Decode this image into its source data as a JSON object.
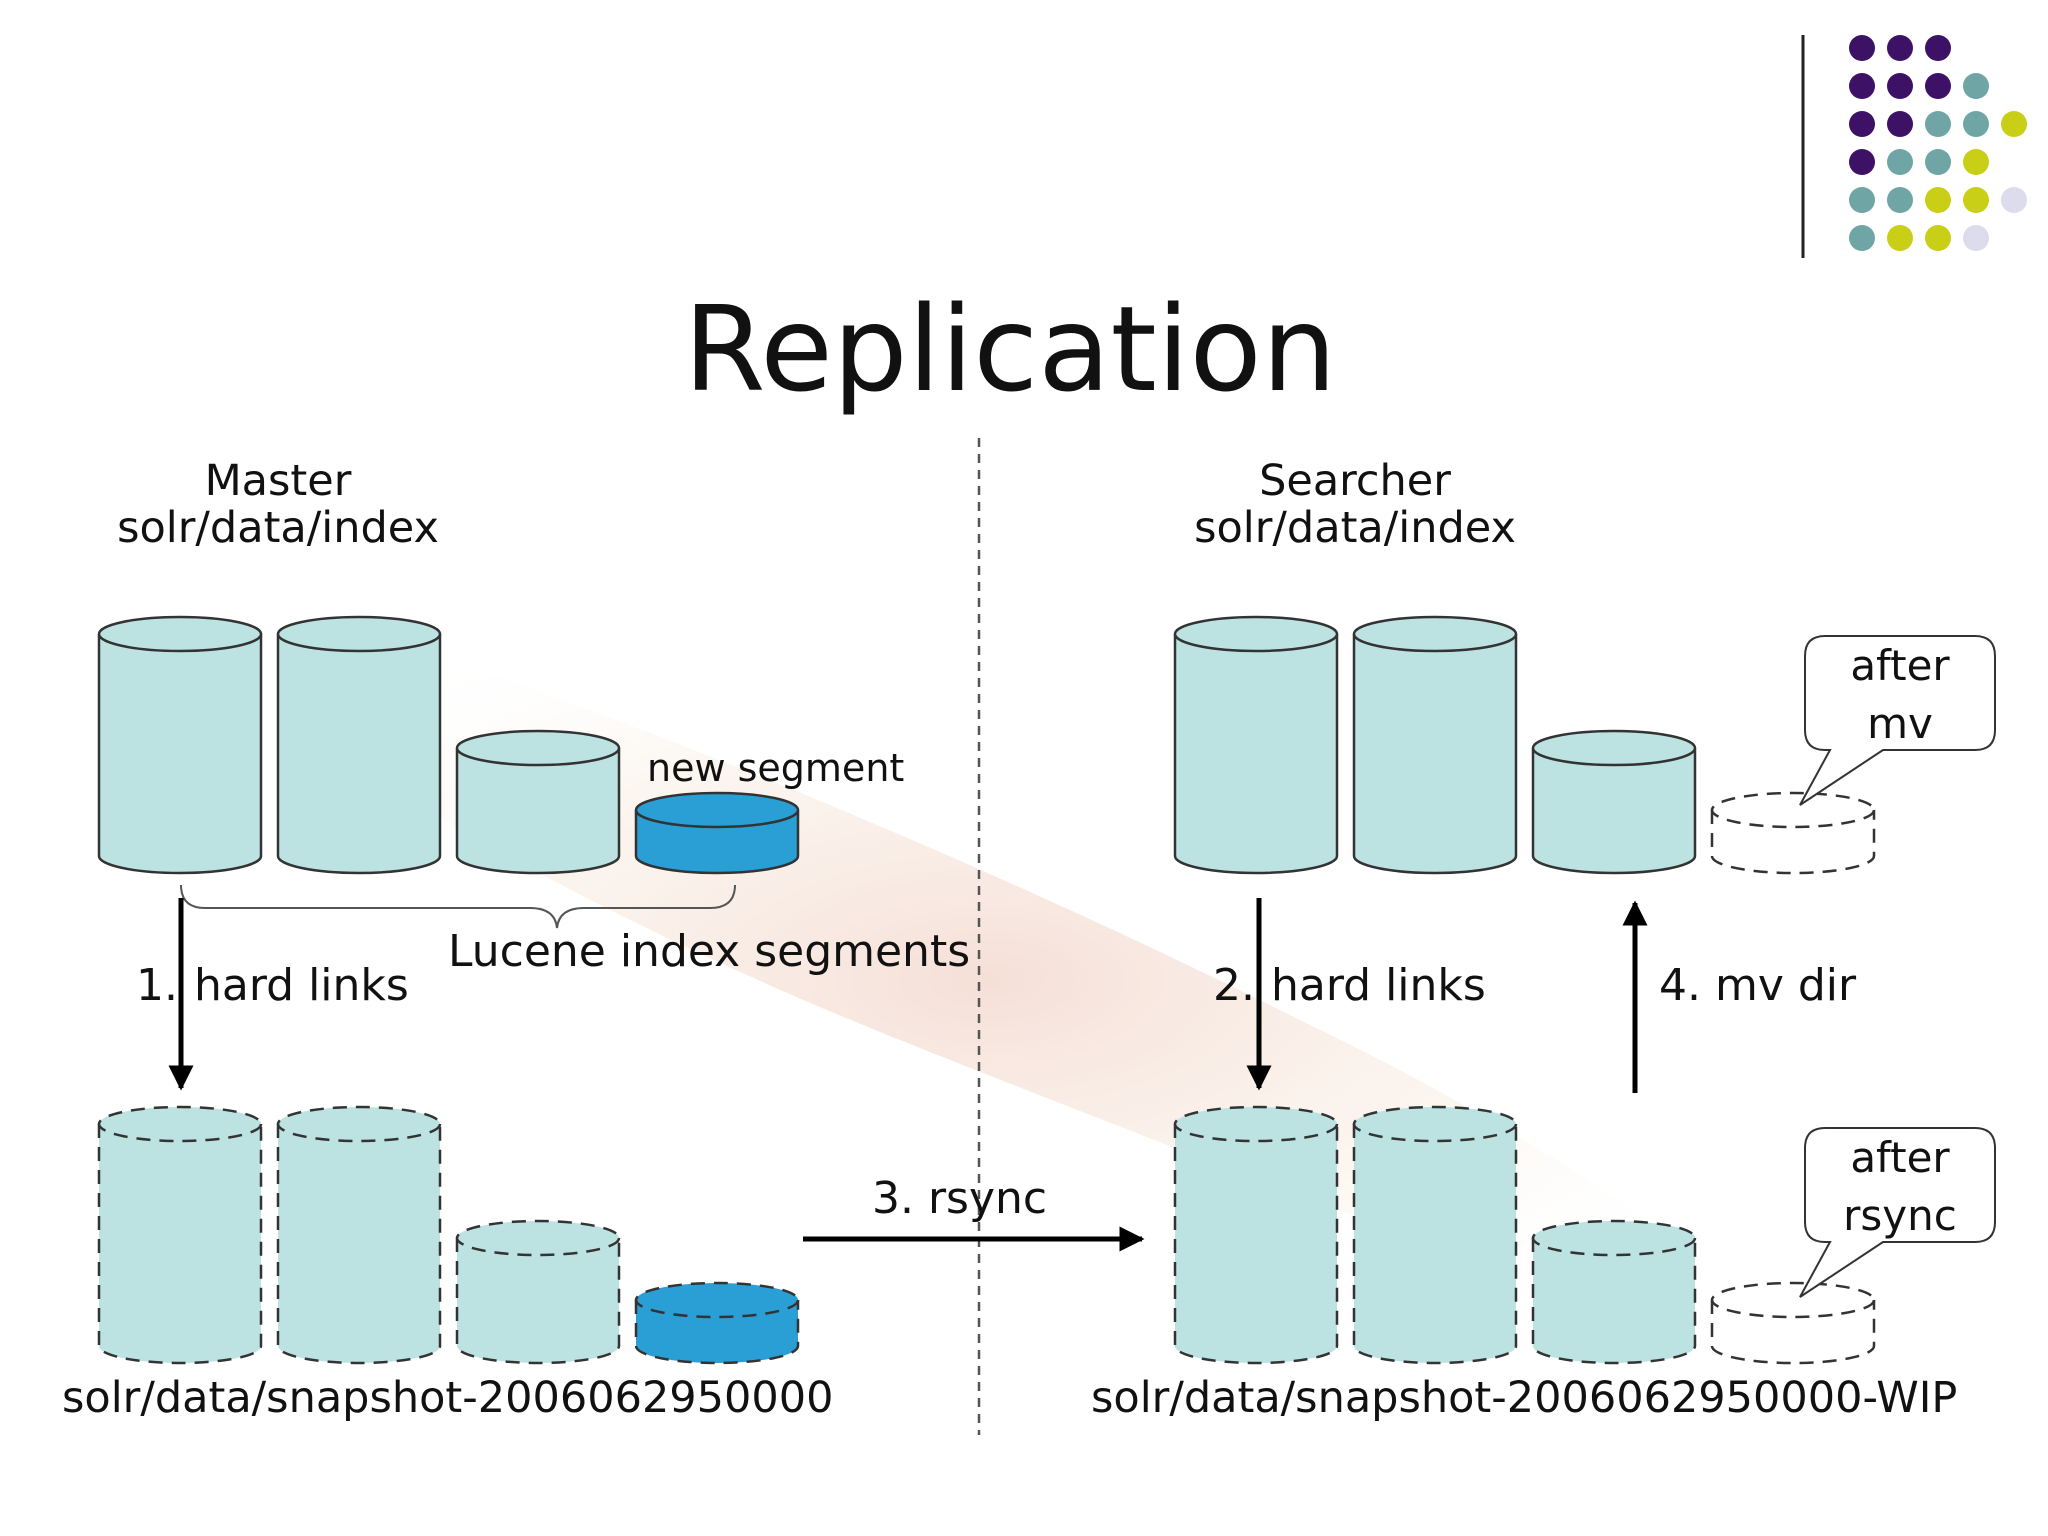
{
  "slide": {
    "title": "Replication",
    "title_color": "#9b2226"
  },
  "theme_dots": {
    "colors": {
      "purple": "#3d1166",
      "teal": "#6fa5a4",
      "yellow": "#c9cf17",
      "lavender": "#dcdcec"
    },
    "rows": [
      [
        "purple",
        "purple",
        "purple"
      ],
      [
        "purple",
        "purple",
        "purple",
        "teal"
      ],
      [
        "purple",
        "purple",
        "teal",
        "teal",
        "yellow"
      ],
      [
        "purple",
        "teal",
        "teal",
        "yellow"
      ],
      [
        "teal",
        "teal",
        "yellow",
        "yellow",
        "lavender"
      ],
      [
        "teal",
        "yellow",
        "yellow",
        "lavender"
      ]
    ]
  },
  "colors": {
    "segment_fill": "#bde2e2",
    "new_segment_fill": "#2a9fd6",
    "stroke": "#333333"
  },
  "master": {
    "title": "Master",
    "path": "solr/data/index",
    "new_segment_label": "new segment",
    "brace_label": "Lucene index segments"
  },
  "searcher": {
    "title": "Searcher",
    "path": "solr/data/index"
  },
  "steps": {
    "master_hard_links": {
      "number": "1.",
      "label": "hard links"
    },
    "searcher_hard_links": {
      "number": "2.",
      "label": "hard links"
    },
    "rsync": "3. rsync",
    "mv_dir": "4. mv dir"
  },
  "snapshots": {
    "master": "solr/data/snapshot-2006062950000",
    "searcher": "solr/data/snapshot-2006062950000-WIP"
  },
  "callouts": {
    "after_mv": [
      "after",
      "mv"
    ],
    "after_rsync": [
      "after",
      "rsync"
    ]
  }
}
